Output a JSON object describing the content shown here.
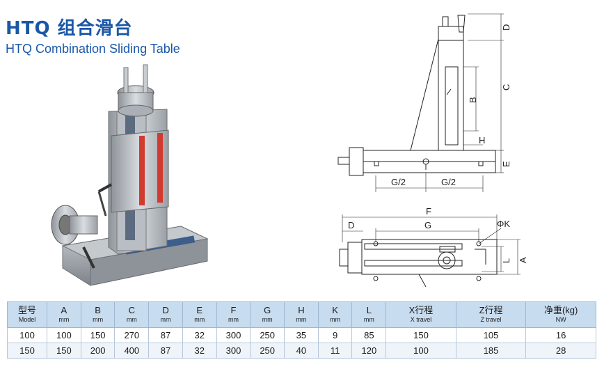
{
  "title": {
    "cn": "HTQ 组合滑台",
    "en": "HTQ  Combination Sliding Table"
  },
  "drawing": {
    "labels": {
      "D_top": "D",
      "C": "C",
      "B": "B",
      "H": "H",
      "E": "E",
      "G2_left": "G/2",
      "G2_right": "G/2",
      "F": "F",
      "D_plan": "D",
      "G": "G",
      "phiK": "ΦK",
      "L": "L",
      "A": "A"
    }
  },
  "table": {
    "headers": [
      {
        "cn": "型号",
        "en": "Model"
      },
      {
        "cn": "A",
        "en": "mm"
      },
      {
        "cn": "B",
        "en": "mm"
      },
      {
        "cn": "C",
        "en": "mm"
      },
      {
        "cn": "D",
        "en": "mm"
      },
      {
        "cn": "E",
        "en": "mm"
      },
      {
        "cn": "F",
        "en": "mm"
      },
      {
        "cn": "G",
        "en": "mm"
      },
      {
        "cn": "H",
        "en": "mm"
      },
      {
        "cn": "K",
        "en": "mm"
      },
      {
        "cn": "L",
        "en": "mm"
      },
      {
        "cn": "X行程",
        "en": "X travel"
      },
      {
        "cn": "Z行程",
        "en": "Z travel"
      },
      {
        "cn": "净重(kg)",
        "en": "NW"
      }
    ],
    "rows": [
      [
        "100",
        "100",
        "150",
        "270",
        "87",
        "32",
        "300",
        "250",
        "35",
        "9",
        "85",
        "150",
        "105",
        "16"
      ],
      [
        "150",
        "150",
        "200",
        "400",
        "87",
        "32",
        "300",
        "250",
        "40",
        "11",
        "120",
        "100",
        "185",
        "28"
      ]
    ]
  },
  "colors": {
    "title_blue": "#1b57a8",
    "header_bg": "#c8dcef",
    "rail_red": "#d23a2f"
  }
}
